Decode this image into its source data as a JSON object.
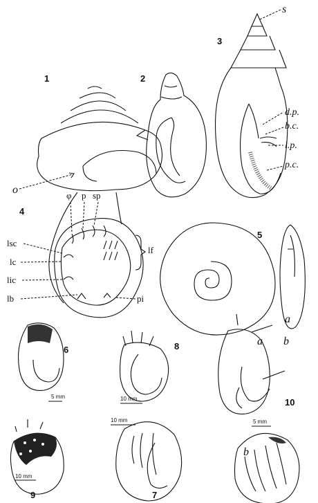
{
  "figures": [
    {
      "num": "1",
      "labels": [
        "o"
      ]
    },
    {
      "num": "2",
      "labels": []
    },
    {
      "num": "3",
      "labels": [
        "s",
        "d.p.",
        "b.c.",
        "l.p.",
        "p.c."
      ]
    },
    {
      "num": "4",
      "labels": [
        "φ",
        "p",
        "sp",
        "lsc",
        "lc",
        "lic",
        "lb",
        "lf",
        "pi"
      ]
    },
    {
      "num": "5",
      "labels": [
        "a",
        "b"
      ]
    },
    {
      "num": "6",
      "scale": "5 mm"
    },
    {
      "num": "8",
      "scale": "10 mm"
    },
    {
      "num": "10",
      "labels": [
        "a"
      ]
    },
    {
      "num": "9",
      "scale": "10 mm"
    },
    {
      "num": "7",
      "scale": "10 mm"
    },
    {
      "num": "b",
      "scale": "5 mm"
    }
  ]
}
